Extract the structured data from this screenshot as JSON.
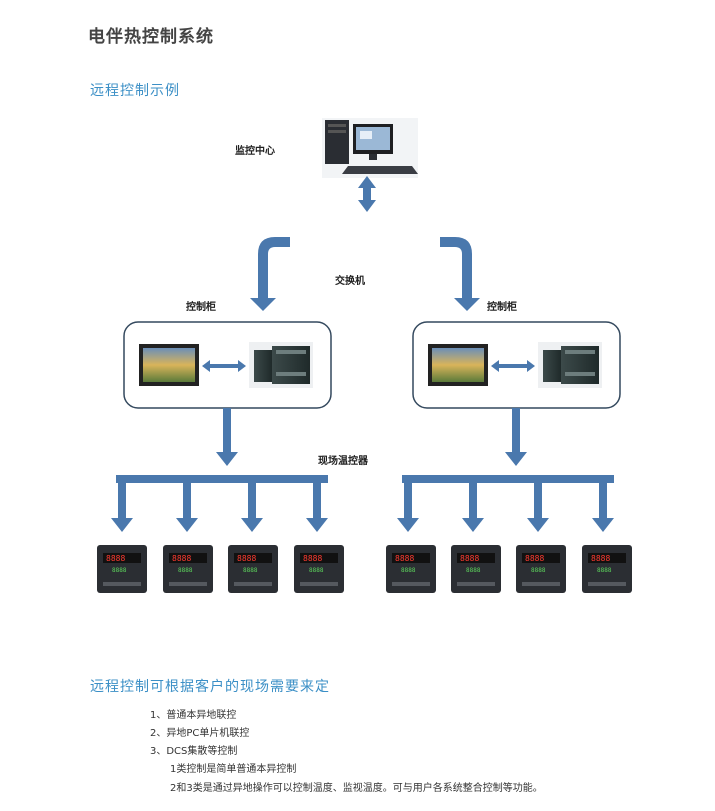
{
  "header": {
    "title": "电伴热控制系统"
  },
  "section1": {
    "heading": "远程控制示例"
  },
  "diagram": {
    "monitor_center": "监控中心",
    "switch": "交换机",
    "cabinet_left": "控制柜",
    "cabinet_right": "控制柜",
    "field_controller": "现场温控器",
    "controller_display_text": "8888"
  },
  "section2": {
    "heading": "远程控制可根据客户的现场需要来定",
    "items": [
      "1、普通本异地联控",
      "2、异地PC单片机联控",
      "3、DCS集散等控制"
    ],
    "notes": [
      "1类控制是简单普通本异控制",
      "2和3类是通过异地操作可以控制温度、监视温度。可与用户各系统整合控制等功能。"
    ]
  }
}
